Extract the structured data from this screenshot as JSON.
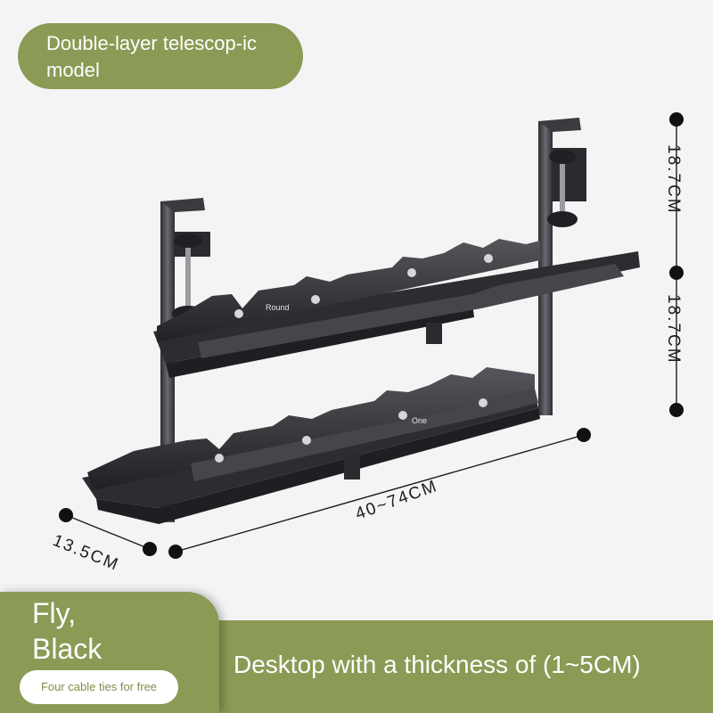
{
  "top_label": "Double-layer telescop-ic model",
  "dimensions": {
    "height_upper": "18.7CM",
    "height_lower": "18.7CM",
    "width": "40~74CM",
    "depth": "13.5CM"
  },
  "tray_labels": {
    "upper": "Round",
    "lower": "One"
  },
  "variant": {
    "line1": "Fly,",
    "line2": "Black"
  },
  "gift": "Four cable ties for free",
  "thickness_note": "Desktop with a thickness of (1~5CM)",
  "colors": {
    "accent": "#8b9a55",
    "background": "#f4f4f4",
    "rack": "#3a3b3f"
  }
}
